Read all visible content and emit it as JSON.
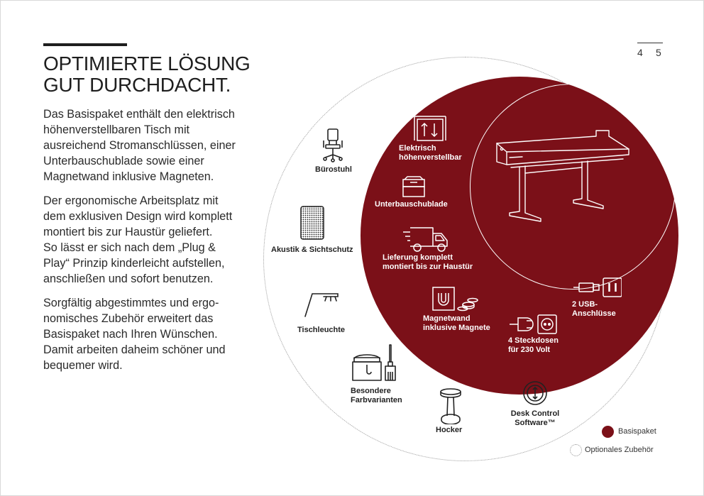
{
  "heading": {
    "line1": "OPTIMIERTE LÖSUNG",
    "line2": "GUT DURCHDACHT."
  },
  "paragraphs": [
    "Das Basispaket enthält den elektrisch\nhöhenverstellbaren Tisch mit\nausreichend Stromanschlüssen, einer\nUnterbauschublade sowie einer\nMagnetwand inklusive Magneten.",
    "Der ergonomische Arbeitsplatz mit\ndem exklusiven Design wird komplett\nmontiert bis zur Haustür geliefert.\nSo lässt er sich nach dem „Plug &\nPlay“ Prinzip kinderleicht aufstellen,\nanschließen und sofort benutzen.",
    "Sorgfältig abgestimmtes und ergo-\nnomisches Zubehör erweitert das\nBasispaket nach Ihren Wünschen.\nDamit arbeiten daheim schöner und\nbequemer wird."
  ],
  "page_numbers": [
    "4",
    "5"
  ],
  "colors": {
    "basis_red": "#7b1018",
    "text_dark": "#1e1e1e"
  },
  "basis_items": [
    {
      "icon": "height-adjust-icon",
      "label": "Elektrisch\nhöhenverstellbar"
    },
    {
      "icon": "drawer-icon",
      "label": "Unterbauschublade"
    },
    {
      "icon": "delivery-truck-icon",
      "label": "Lieferung komplett\nmontiert bis zur Haustür"
    },
    {
      "icon": "magnet-icon",
      "label": "Magnetwand\ninklusive Magnete"
    },
    {
      "icon": "power-plug-icon",
      "label": "4 Steckdosen\nfür 230 Volt"
    },
    {
      "icon": "usb-icon",
      "label": "2 USB-\nAnschlüsse"
    }
  ],
  "optional_items": [
    {
      "icon": "office-chair-icon",
      "label": "Bürostuhl"
    },
    {
      "icon": "acoustic-panel-icon",
      "label": "Akustik & Sichtschutz"
    },
    {
      "icon": "desk-lamp-icon",
      "label": "Tischleuchte"
    },
    {
      "icon": "paint-bucket-icon",
      "label": "Besondere\nFarbvarianten"
    },
    {
      "icon": "stool-icon",
      "label": "Hocker"
    },
    {
      "icon": "desk-control-icon",
      "label": "Desk Control\nSoftware™"
    }
  ],
  "legend": {
    "basis": "Basispaket",
    "optional": "Optionales Zubehör"
  }
}
